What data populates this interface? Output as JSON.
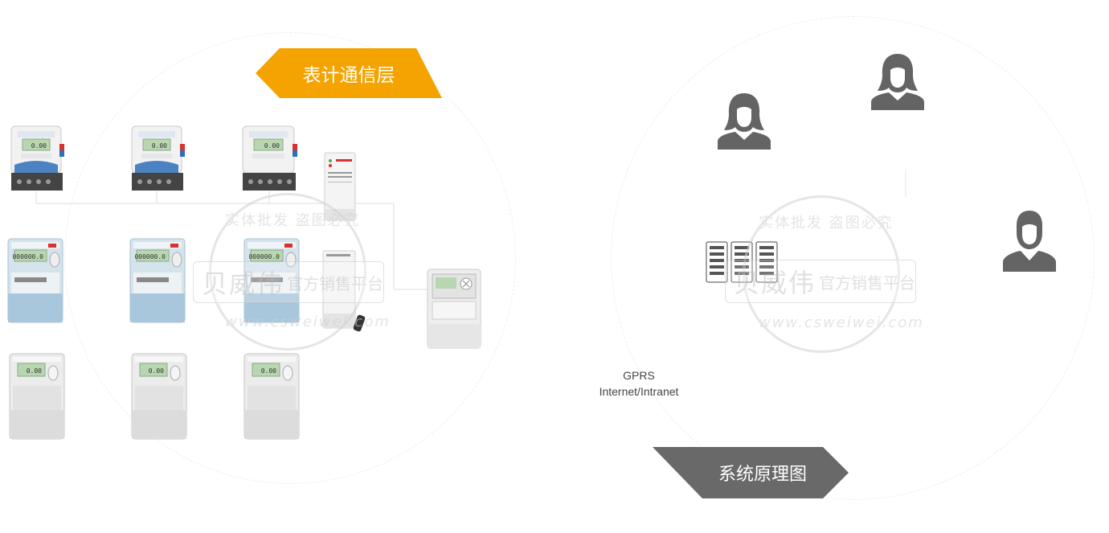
{
  "banners": {
    "meter_layer": "表计通信层",
    "system_diagram": "系统原理图"
  },
  "network": {
    "line1": "GPRS",
    "line2": "Internet/Intranet"
  },
  "watermark": {
    "brand": "贝威伟",
    "sub": "官方销售平台",
    "url": "www.csweiwei.com",
    "top": "实体批发 盗图必究"
  },
  "colors": {
    "orange": "#f5a300",
    "gray_banner": "#696969",
    "person": "#646464",
    "meter_lcd": "#b8d7b0",
    "meter_blue": "#a9c7dc",
    "meter_white": "#f2f2f2",
    "accent_red": "#d93030",
    "accent_blue": "#2f6fb8"
  }
}
